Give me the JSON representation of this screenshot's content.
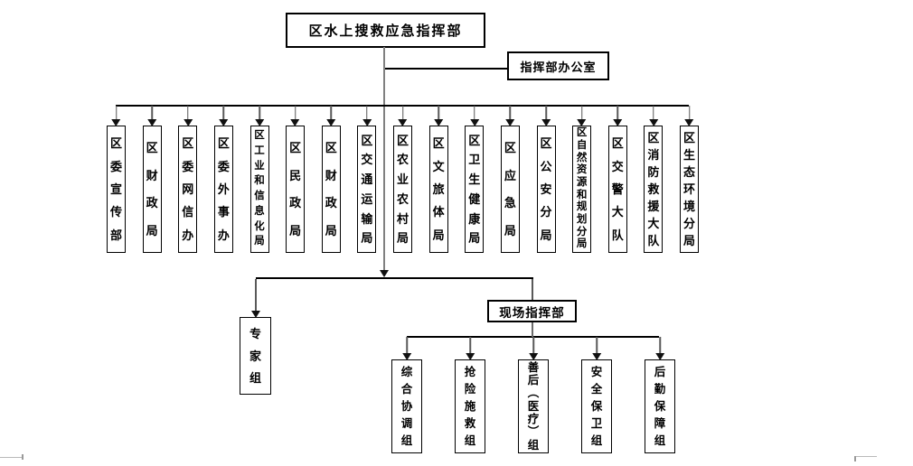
{
  "diagram": {
    "title": "区水上搜救应急指挥部",
    "office": {
      "label": "指挥部办公室"
    },
    "departments": [
      {
        "label": "区委宣传部"
      },
      {
        "label": "区财政局"
      },
      {
        "label": "区委网信办"
      },
      {
        "label": "区委外事办"
      },
      {
        "label": "区工业和信息化局"
      },
      {
        "label": "区民政局"
      },
      {
        "label": "区财政局"
      },
      {
        "label": "区交通运输局"
      },
      {
        "label": "区农业农村局"
      },
      {
        "label": "区文旅体局"
      },
      {
        "label": "区卫生健康局"
      },
      {
        "label": "区应急局"
      },
      {
        "label": "区公安分局"
      },
      {
        "label": "区自然资源和规划分局"
      },
      {
        "label": "区交警大队"
      },
      {
        "label": "区消防救援大队"
      },
      {
        "label": "区生态环境分局"
      }
    ],
    "expert_group": {
      "label": "专家组"
    },
    "site_command": {
      "label": "现场指挥部"
    },
    "task_groups": [
      {
        "label": "综合协调组"
      },
      {
        "label": "抢险施救组"
      },
      {
        "label": "善后（医疗）组"
      },
      {
        "label": "安全保卫组"
      },
      {
        "label": "后勤保障组"
      }
    ],
    "colors": {
      "border_black": "#000000",
      "spine_gray": "#808080",
      "stem_gray": "#595959",
      "artifact_gray": "#b9b9b9",
      "background": "#ffffff"
    }
  }
}
